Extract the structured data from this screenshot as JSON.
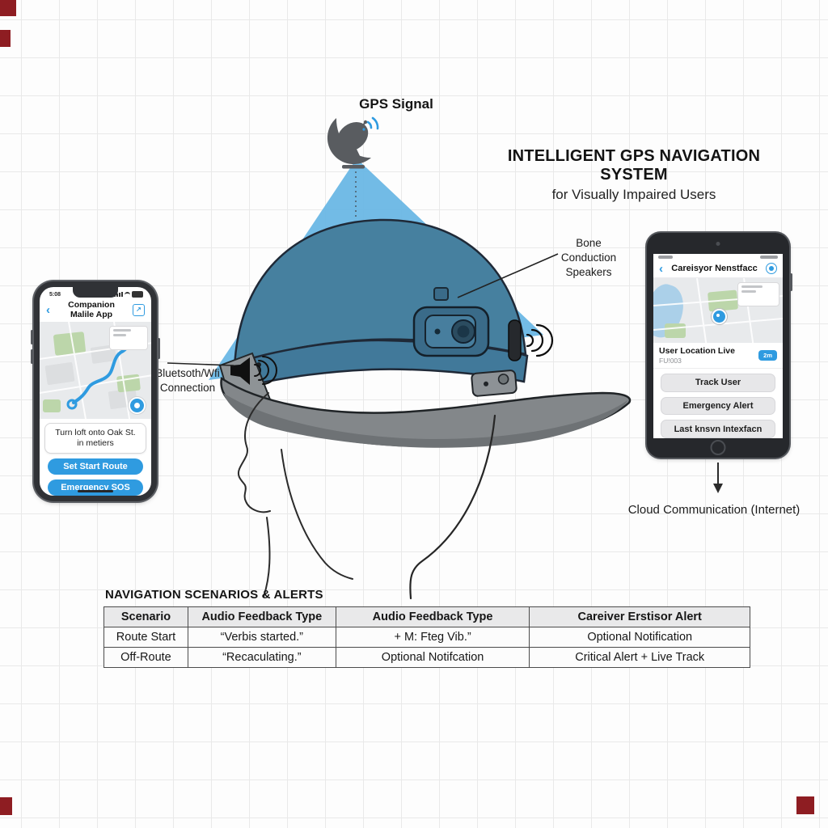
{
  "title": {
    "line1": "INTELLIGENT GPS NAVIGATION SYSTEM",
    "line2": "for Visually Impaired Users"
  },
  "gps_label": "GPS Signal",
  "labels": {
    "bone_conduction": "Bone Conduction Speakers",
    "bluetooth": "Bluetsoth/Wfi Connection",
    "cloud": "Cloud Communication (Internet)"
  },
  "phone": {
    "status_time": "5:08",
    "back_chevron": "‹",
    "share_icon_glyph": "↗",
    "app_title_line1": "Companion",
    "app_title_line2": "Malile App",
    "instruction_line1": "Turn loft onto Oak St.",
    "instruction_line2": "in metiers",
    "buttons": [
      {
        "label": "Set Start Route"
      },
      {
        "label": "Emergency SOS"
      }
    ]
  },
  "tablet": {
    "back_chevron": "‹",
    "nav_title": "Careisyor Nenstfacc",
    "card_title": "User Location Live",
    "card_sub": "FU!003",
    "card_badge": "2m",
    "buttons": [
      {
        "label": "Track User"
      },
      {
        "label": "Emergency Alert"
      },
      {
        "label": "Last knsvn Intexfacn"
      }
    ]
  },
  "table": {
    "heading": "NAVIGATION SCENARIOS & ALERTS",
    "columns": [
      "Scenario",
      "Audio Feedback Type",
      "Audio Feedback Type",
      "Careiver Erstisor Alert"
    ],
    "rows": [
      [
        "Route Start",
        "“Verbis started.”",
        "+ M: Fteg Vib.”",
        "Optional Notification"
      ],
      [
        "Off-Route",
        "“Recaculating.”",
        "Optional Notifcation",
        "Critical Alert + Live Track"
      ]
    ]
  },
  "colors": {
    "accent_blue": "#2f9be0",
    "beam_blue": "#66b5e4",
    "cap_blue": "#46809f",
    "brim_gray": "#83878a"
  }
}
